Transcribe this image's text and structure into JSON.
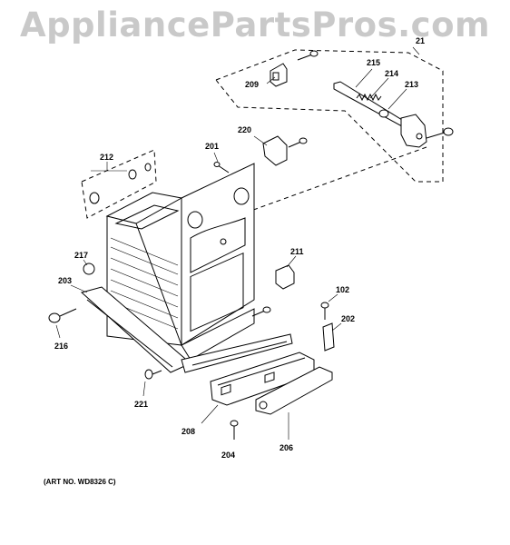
{
  "watermark": "AppliancePartsPros.com",
  "art_number": "(ART NO. WD8326 C)",
  "labels": {
    "l_21": "21",
    "l_215": "215",
    "l_214": "214",
    "l_213": "213",
    "l_209": "209",
    "l_220": "220",
    "l_201": "201",
    "l_212": "212",
    "l_211": "211",
    "l_217": "217",
    "l_203": "203",
    "l_216": "216",
    "l_102": "102",
    "l_202": "202",
    "l_221": "221",
    "l_208": "208",
    "l_204": "204",
    "l_206": "206"
  }
}
